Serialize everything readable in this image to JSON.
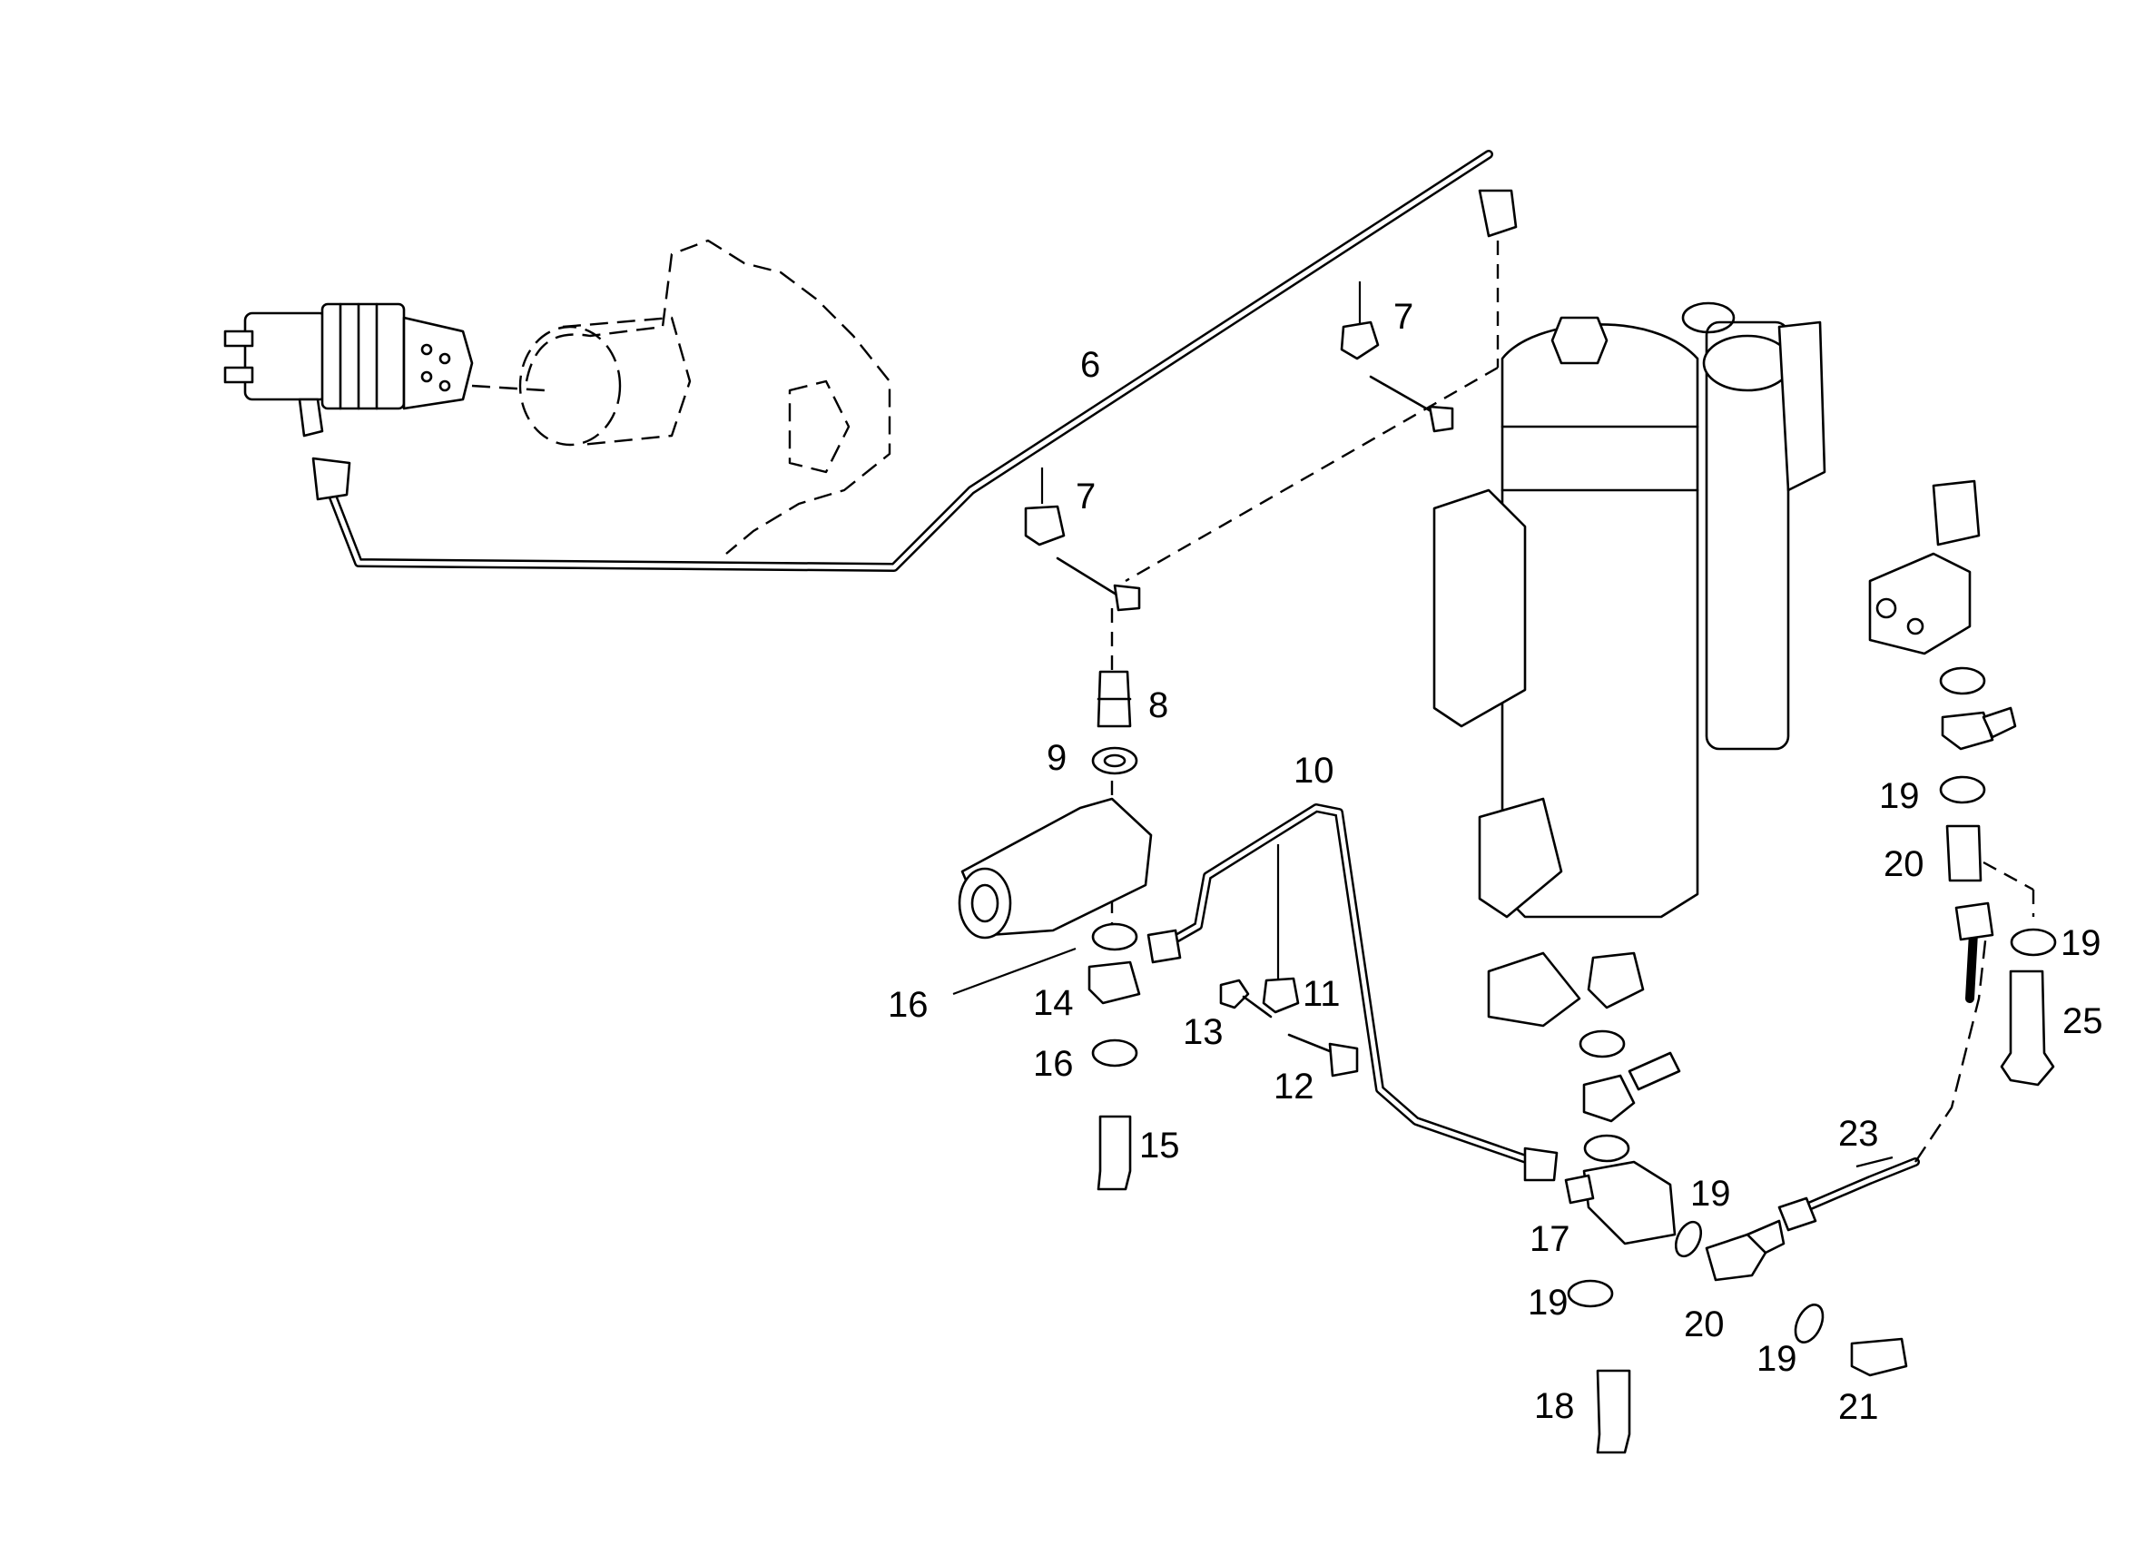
{
  "callouts": [
    {
      "label": "6"
    },
    {
      "label": "7"
    },
    {
      "label": "7"
    },
    {
      "label": "8"
    },
    {
      "label": "9"
    },
    {
      "label": "10"
    },
    {
      "label": "11"
    },
    {
      "label": "12"
    },
    {
      "label": "13"
    },
    {
      "label": "14"
    },
    {
      "label": "15"
    },
    {
      "label": "16"
    },
    {
      "label": "16"
    },
    {
      "label": "17"
    },
    {
      "label": "18"
    },
    {
      "label": "19"
    },
    {
      "label": "19"
    },
    {
      "label": "19"
    },
    {
      "label": "19"
    },
    {
      "label": "19"
    },
    {
      "label": "20"
    },
    {
      "label": "20"
    },
    {
      "label": "21"
    },
    {
      "label": "23"
    },
    {
      "label": "25"
    }
  ],
  "colors": {
    "line": "#000000",
    "background": "#ffffff"
  }
}
